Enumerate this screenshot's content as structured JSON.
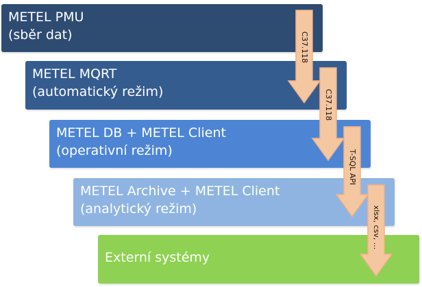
{
  "stages": [
    {
      "title": "METEL PMU",
      "subtitle": "(sběr dat)"
    },
    {
      "title": "METEL MQRT",
      "subtitle": "(automatický režim)"
    },
    {
      "title": "METEL DB + METEL Client",
      "subtitle": "(operativní režim)"
    },
    {
      "title": "METEL Archive + METEL Client",
      "subtitle": "(analytický režim)"
    },
    {
      "title": "Externí systémy"
    }
  ],
  "arrows": [
    {
      "label": "C37.118"
    },
    {
      "label": "C37.118"
    },
    {
      "label": "T-SQL API"
    },
    {
      "label": "xlsx, csv, ..."
    }
  ],
  "colors": {
    "stage1": "#2e4b72",
    "stage2": "#355c8f",
    "stage3": "#4d85d4",
    "stage4": "#8fb4e2",
    "stage5": "#8fd152",
    "arrow_fill": "#f5c7a1"
  }
}
